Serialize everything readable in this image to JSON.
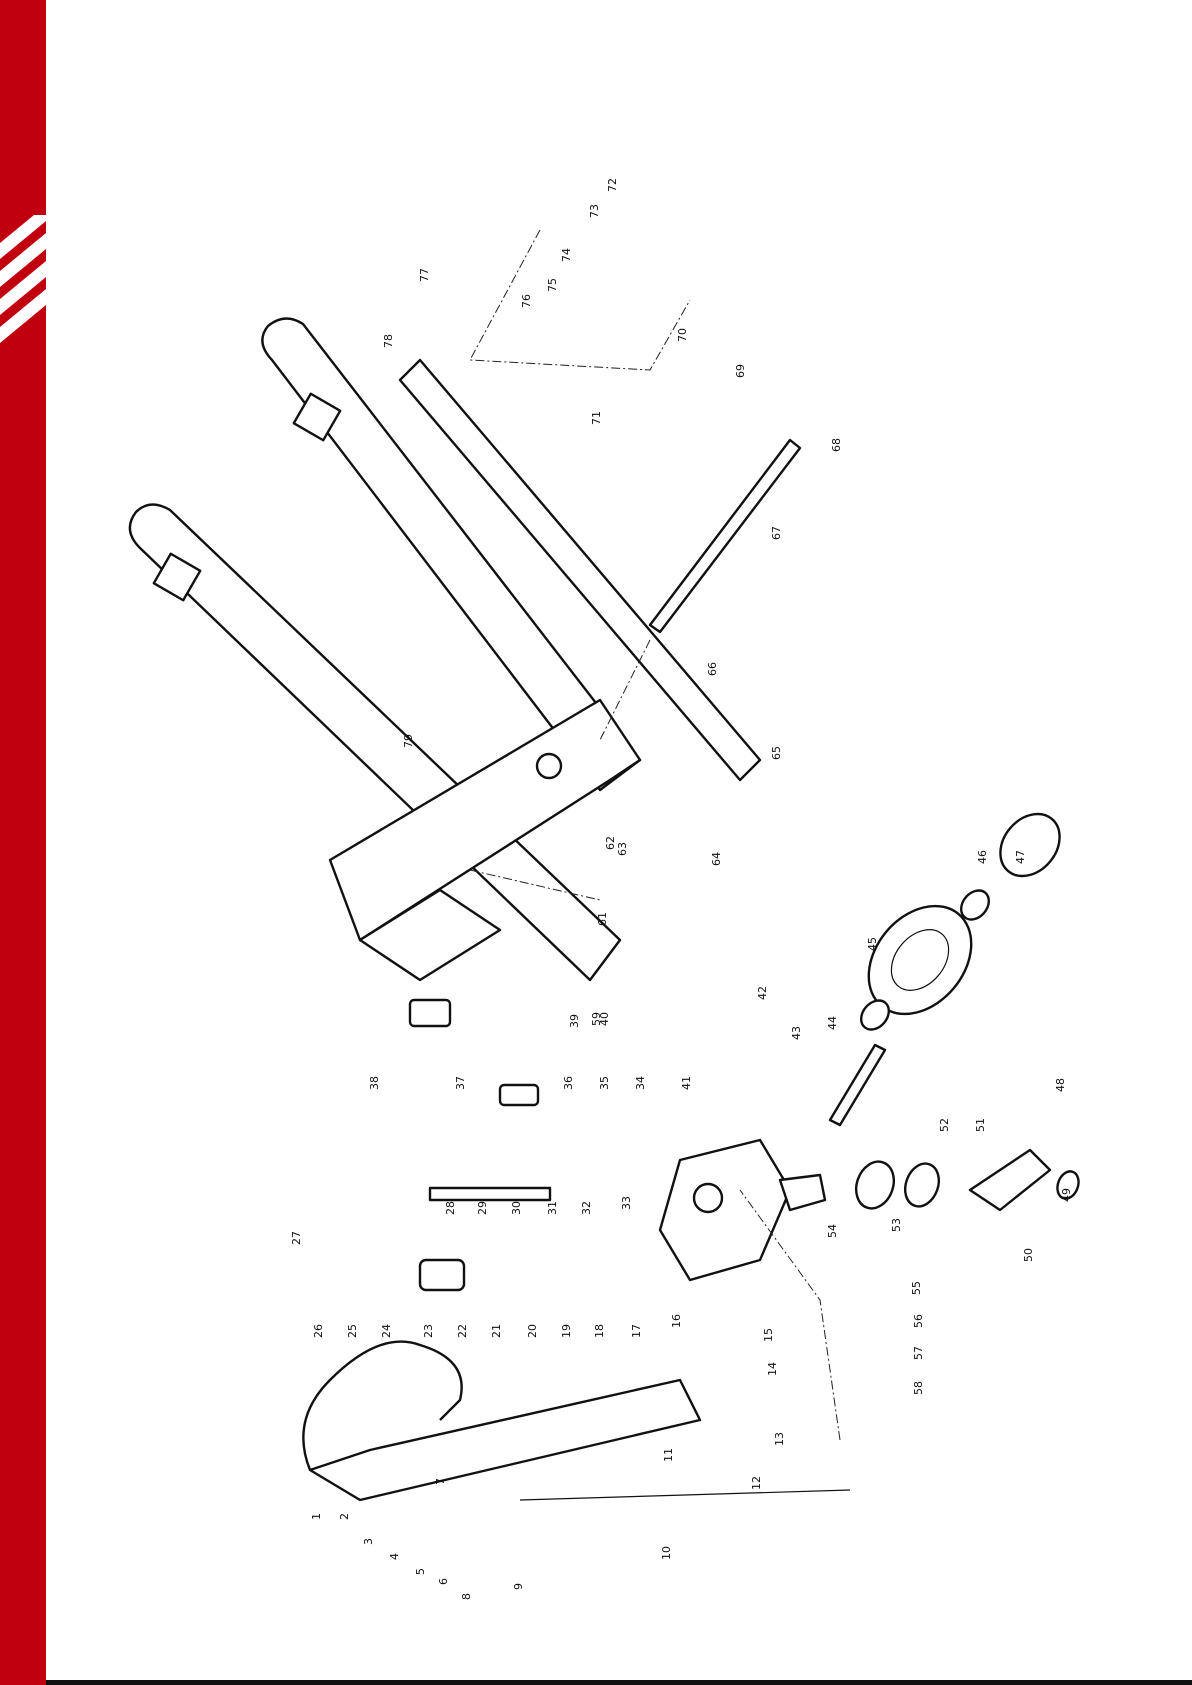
{
  "diagram": {
    "part_numbers": [
      "1",
      "2",
      "3",
      "4",
      "5",
      "6",
      "7",
      "8",
      "9",
      "10",
      "11",
      "12",
      "13",
      "14",
      "15",
      "16",
      "17",
      "18",
      "19",
      "20",
      "21",
      "22",
      "23",
      "24",
      "25",
      "26",
      "27",
      "28",
      "29",
      "30",
      "31",
      "32",
      "33",
      "34",
      "35",
      "36",
      "37",
      "38",
      "39",
      "40",
      "41",
      "42",
      "43",
      "44",
      "45",
      "46",
      "47",
      "48",
      "49",
      "50",
      "51",
      "52",
      "53",
      "54",
      "55",
      "56",
      "57",
      "58",
      "59",
      "61",
      "62",
      "63",
      "64",
      "65",
      "66",
      "67",
      "68",
      "69",
      "70",
      "71",
      "72",
      "73",
      "74",
      "75",
      "76",
      "77",
      "78",
      "79"
    ]
  },
  "colors": {
    "accent": "#c1000f",
    "line": "#111111",
    "background": "#ffffff"
  },
  "icons": {
    "side_bar_mark": "diagonal-stripes-logo"
  }
}
